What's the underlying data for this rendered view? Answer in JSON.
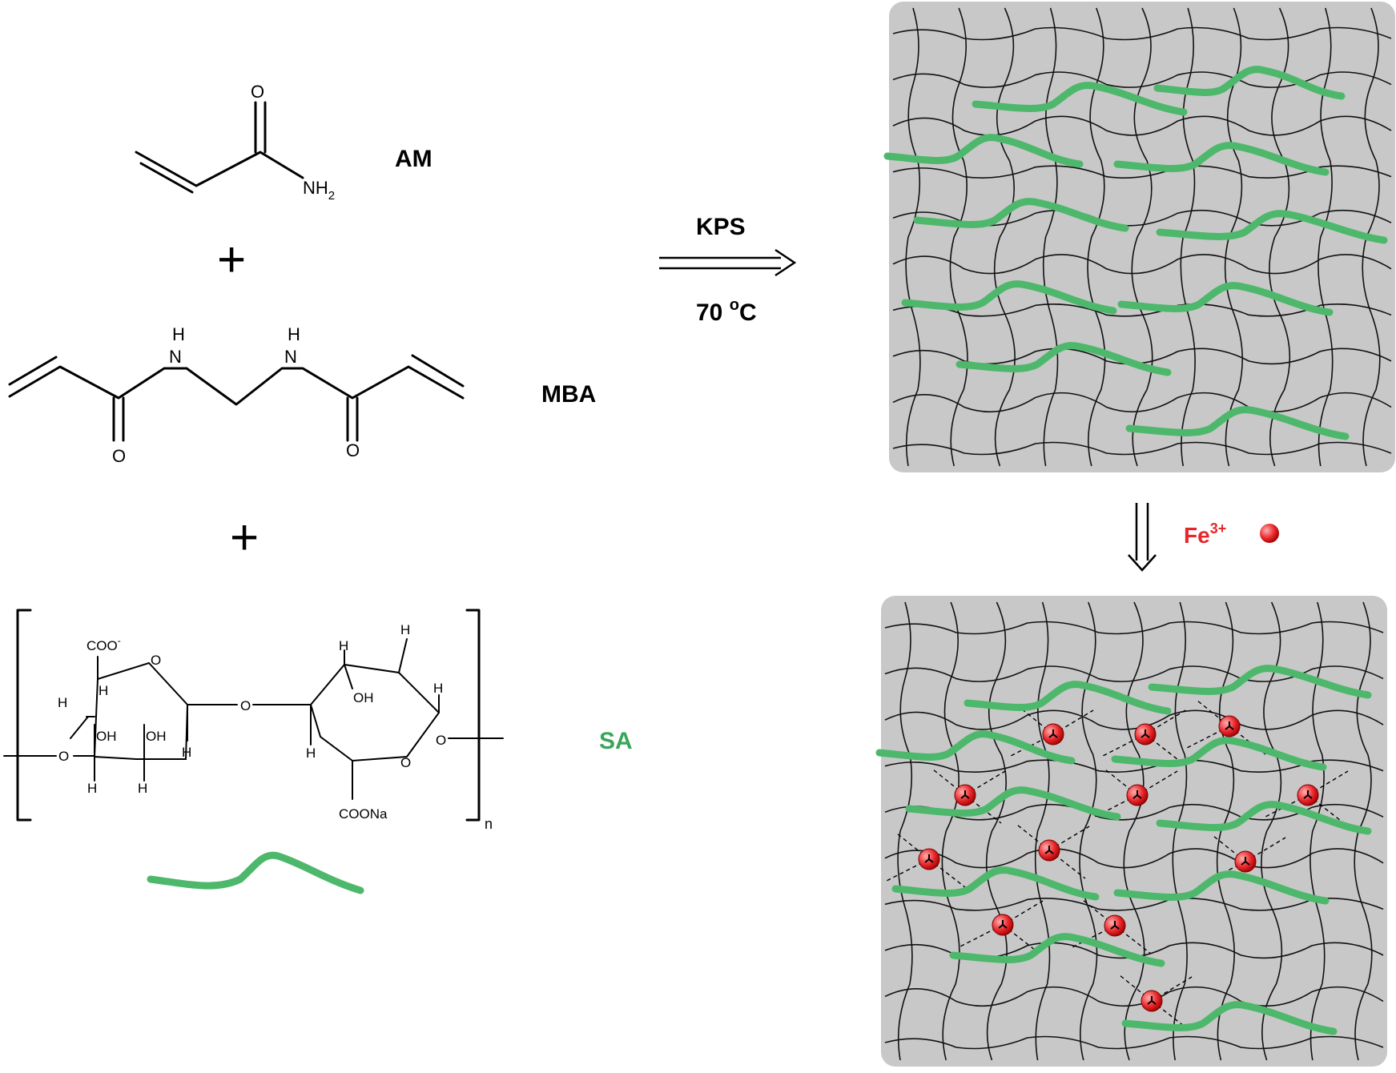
{
  "colors": {
    "alginate_green": "#4db86b",
    "iron_red": "#e8262a",
    "panel_gray": "#c8c8c8",
    "sa_label_green": "#3aa65a"
  },
  "reactants": {
    "am": {
      "label": "AM",
      "atoms": {
        "oxygen": "O",
        "amine": "NH",
        "amine_sub": "2"
      }
    },
    "plus_1": "+",
    "mba": {
      "label": "MBA",
      "atoms": {
        "h_left": "H",
        "n_left": "N",
        "h_right": "H",
        "n_right": "N",
        "o_left": "O",
        "o_right": "O"
      }
    },
    "plus_2": "+",
    "sa": {
      "label": "SA",
      "repeat_subscript": "n",
      "groups": {
        "coo_minus": "COO",
        "coo_minus_charge": "-",
        "coona": "COONa",
        "oh_1": "OH",
        "oh_2": "OH",
        "oh_3": "OH",
        "ring_o_1": "O",
        "ring_o_2": "O",
        "bridge_o": "O",
        "terminal_o": "O",
        "terminal_o_right": "O",
        "h": "H"
      }
    }
  },
  "reaction": {
    "initiator": "KPS",
    "temperature_value": "70 ",
    "temperature_deg": "o",
    "temperature_unit": "C"
  },
  "ion_step": {
    "ion": "Fe",
    "ion_charge": "3+"
  }
}
